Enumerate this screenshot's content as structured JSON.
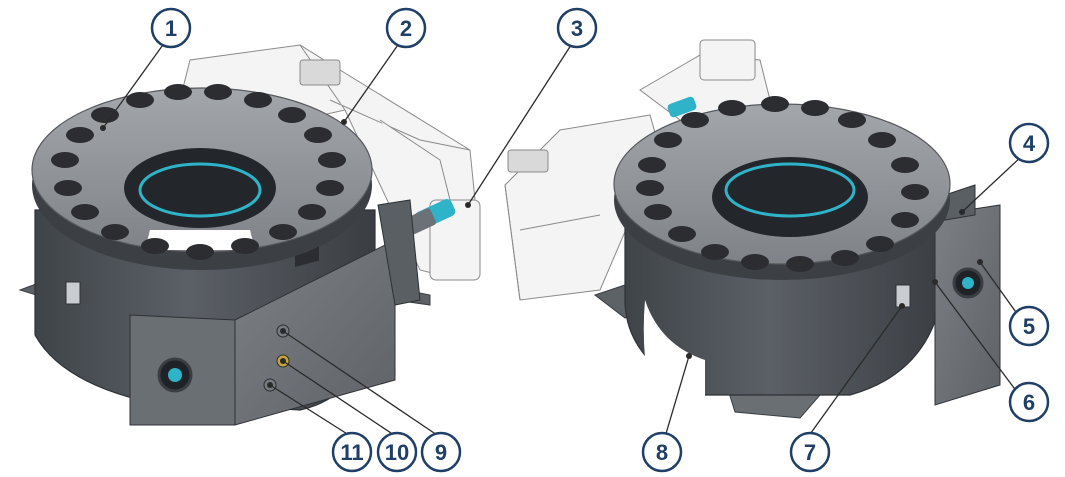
{
  "callouts": [
    {
      "id": "c1",
      "label": "1"
    },
    {
      "id": "c2",
      "label": "2"
    },
    {
      "id": "c3",
      "label": "3"
    },
    {
      "id": "c4",
      "label": "4"
    },
    {
      "id": "c5",
      "label": "5"
    },
    {
      "id": "c6",
      "label": "6"
    },
    {
      "id": "c7",
      "label": "7"
    },
    {
      "id": "c8",
      "label": "8"
    },
    {
      "id": "c9",
      "label": "9"
    },
    {
      "id": "c10",
      "label": "10"
    },
    {
      "id": "c11",
      "label": "11"
    }
  ],
  "colors": {
    "callout_stroke": "#1f3f66",
    "body_dark": "#4e5358",
    "plate_grey": "#8e9296",
    "hole_black": "#2b2d30",
    "accent_cyan": "#2fb3c9",
    "motor_outline": "#8a8a8a"
  }
}
